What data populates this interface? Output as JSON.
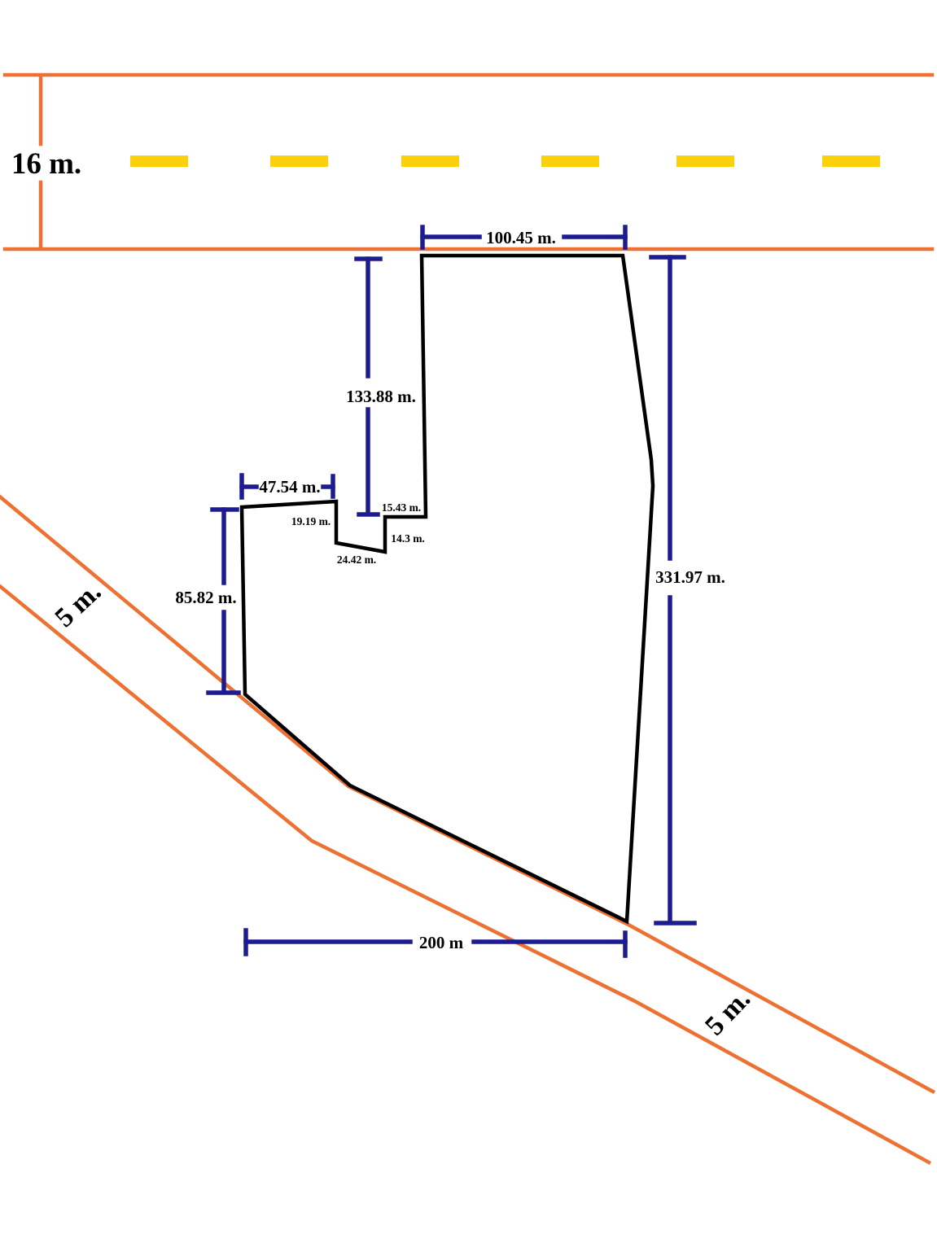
{
  "colors": {
    "road": "#ED7132",
    "lane_dash": "#FBD20A",
    "dimension": "#1C1C90",
    "plot_outline": "#000000",
    "text": "#000000"
  },
  "labels": {
    "top_road_width": "16 m.",
    "plot_top_width": "100.45 m.",
    "plot_left_upper": "133.88 m.",
    "notch_width": "47.54 m.",
    "notch_left_side": "19.19 m.",
    "notch_step_top": "15.43 m.",
    "notch_right_side": "14.3 m.",
    "notch_bottom": "24.42 m.",
    "plot_left_lower": "85.82 m.",
    "plot_right_side": "331.97 m.",
    "plot_bottom_width": "200 m",
    "side_road_width_upper": "5 m.",
    "side_road_width_lower": "5 m."
  }
}
